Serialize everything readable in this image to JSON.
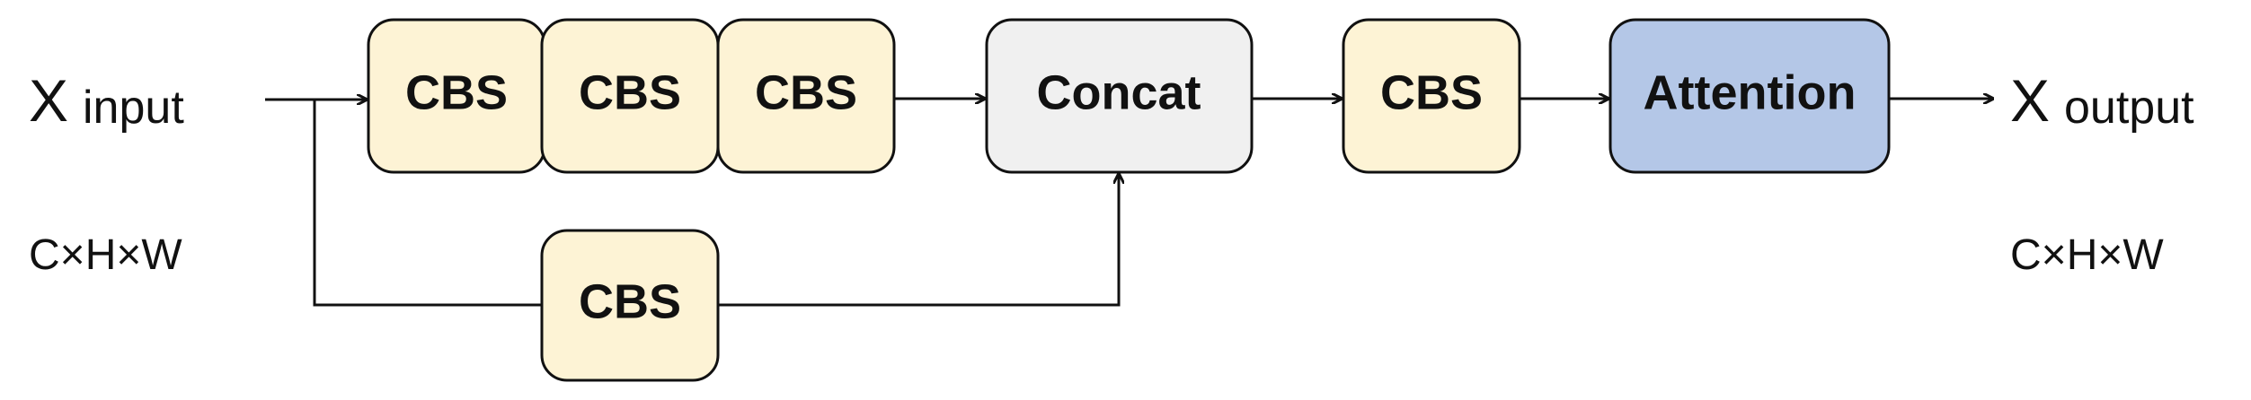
{
  "input": {
    "symbol": "X",
    "subscript": "input",
    "shape": "C×H×W"
  },
  "output": {
    "symbol": "X",
    "subscript": "output",
    "shape": "C×H×W"
  },
  "blocks": {
    "cbs_1": "CBS",
    "cbs_2": "CBS",
    "cbs_3": "CBS",
    "cbs_branch": "CBS",
    "concat": "Concat",
    "cbs_post": "CBS",
    "attention": "Attention"
  },
  "colors": {
    "cbs_fill": "#FDF3D5",
    "concat_fill": "#F0F0F0",
    "attention_fill": "#B4C7E7",
    "stroke": "#111111"
  }
}
